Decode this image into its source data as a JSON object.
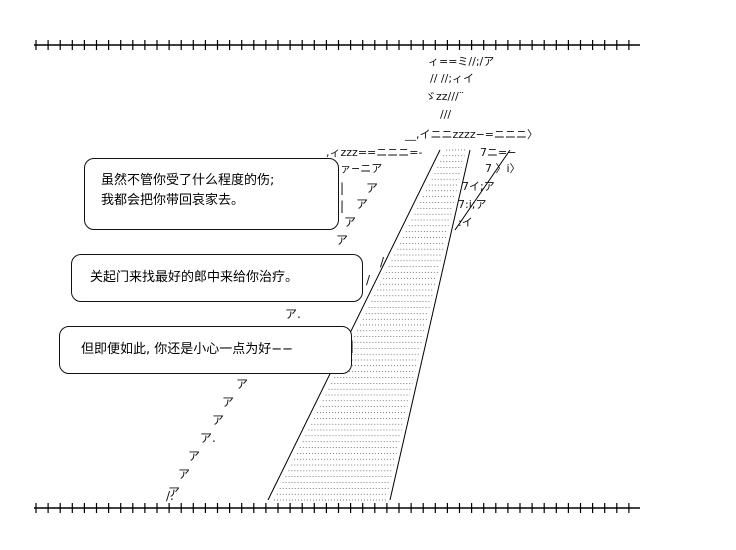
{
  "dialogue": {
    "bubble_1": {
      "line_1": "虽然不管你受了什么程度的伤;",
      "line_2": "我都会把你带回哀家去。"
    },
    "bubble_2": {
      "line_1": "关起门来找最好的郎中来给你治疗。"
    },
    "bubble_3": {
      "line_1": "但即便如此, 你还是小心一点为好−−"
    }
  },
  "art": {
    "glyph_a": "ア",
    "glyph_a_dot": "ア.",
    "glyph_slash": "/.",
    "glyph_zzz": "zzz",
    "glyph_fzzz": ",ィzzz==ニニニ=-",
    "glyph_eq": "ィ==ミ//;/ア",
    "glyph_n": "__,イニニzzzz−=ニニニ〉",
    "colors": {
      "ink": "#000000",
      "paper": "#ffffff"
    }
  }
}
